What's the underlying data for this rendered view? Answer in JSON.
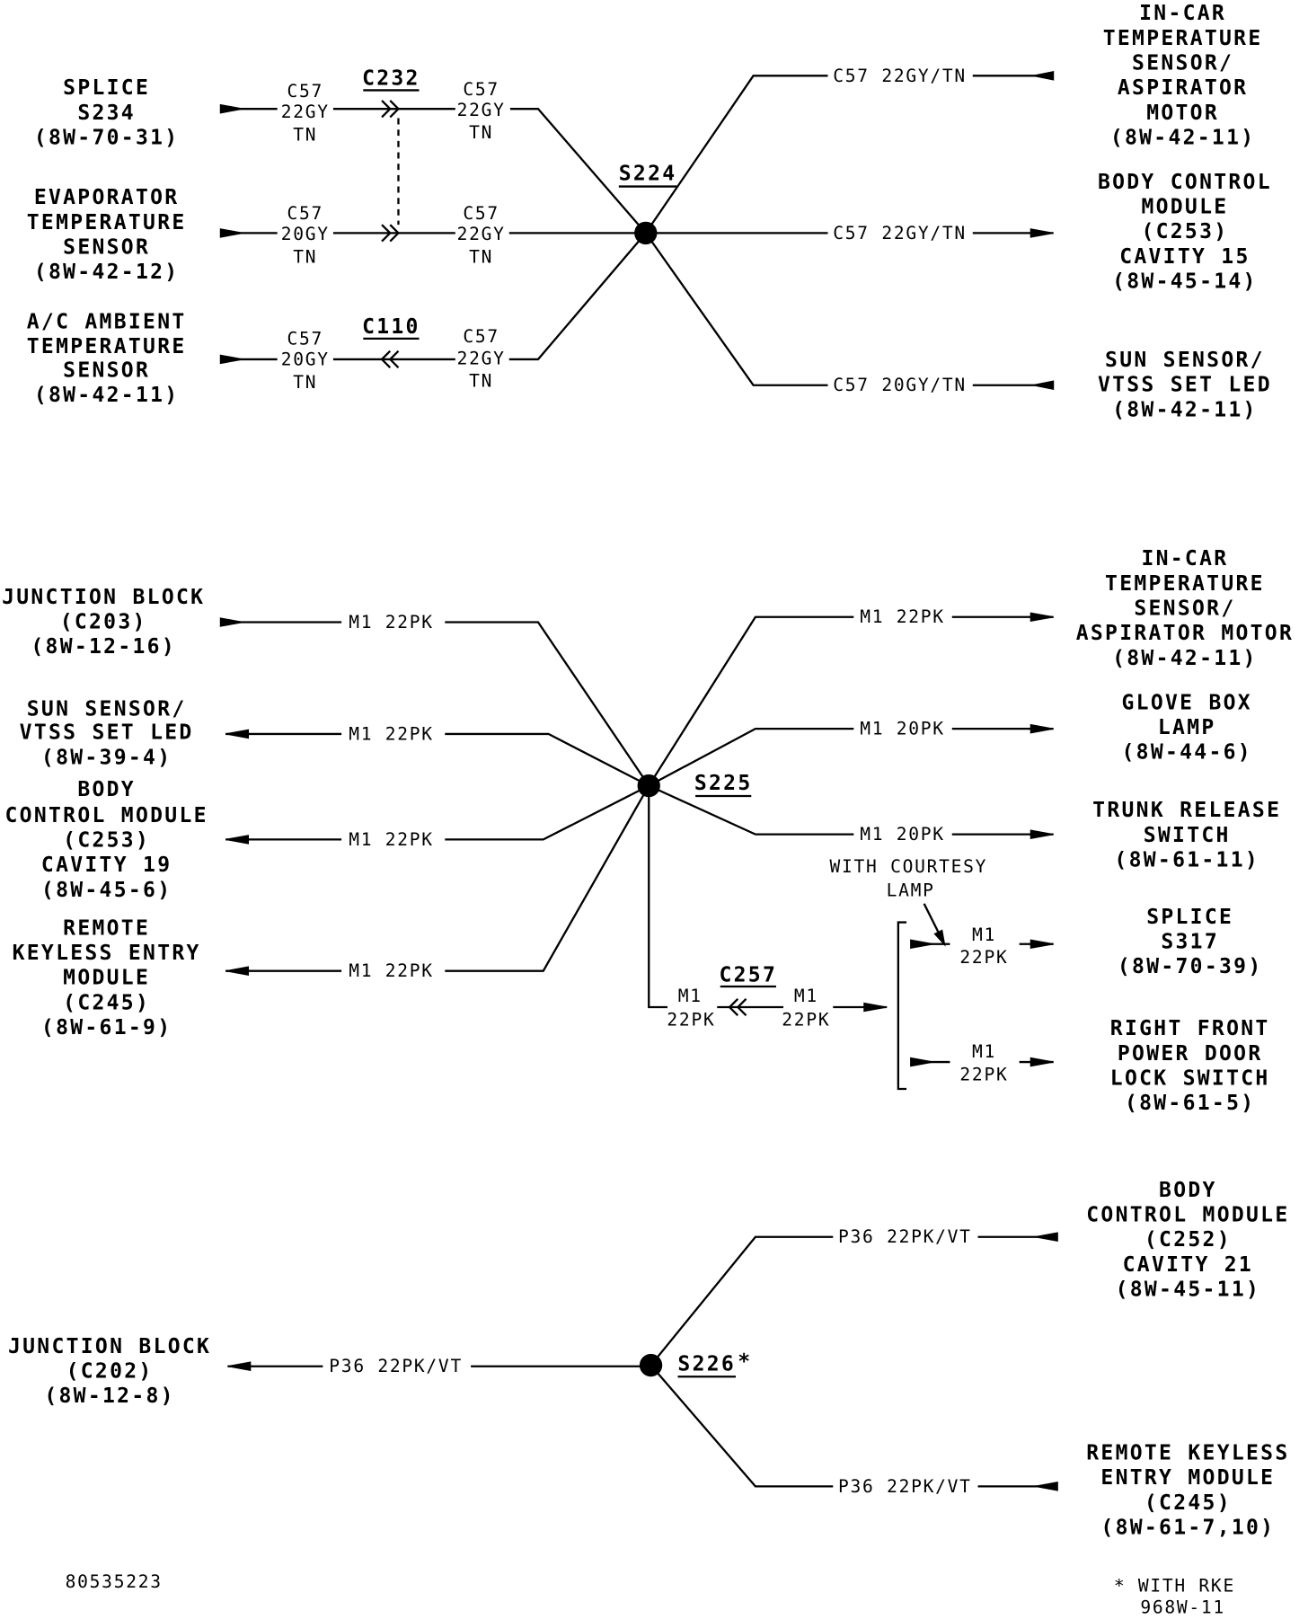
{
  "s224": {
    "label": "S224",
    "left": [
      {
        "component": [
          "SPLICE",
          "S234",
          "(8W-70-31)"
        ],
        "wire_outer": [
          "C57",
          "22GY",
          "TN"
        ],
        "connector": "C232",
        "wire_inner": [
          "C57",
          "22GY",
          "TN"
        ]
      },
      {
        "component": [
          "EVAPORATOR",
          "TEMPERATURE",
          "SENSOR",
          "(8W-42-12)"
        ],
        "wire_outer": [
          "C57",
          "20GY",
          "TN"
        ],
        "wire_inner": [
          "C57",
          "22GY",
          "TN"
        ]
      },
      {
        "component": [
          "A/C AMBIENT",
          "TEMPERATURE",
          "SENSOR",
          "(8W-42-11)"
        ],
        "wire_outer": [
          "C57",
          "20GY",
          "TN"
        ],
        "connector": "C110",
        "wire_inner": [
          "C57",
          "22GY",
          "TN"
        ]
      }
    ],
    "right": [
      {
        "wire": "C57 22GY/TN",
        "component": [
          "IN-CAR",
          "TEMPERATURE",
          "SENSOR/",
          "ASPIRATOR",
          "MOTOR",
          "(8W-42-11)"
        ]
      },
      {
        "wire": "C57 22GY/TN",
        "component": [
          "BODY CONTROL",
          "MODULE",
          "(C253)",
          "CAVITY 15",
          "(8W-45-14)"
        ]
      },
      {
        "wire": "C57 20GY/TN",
        "component": [
          "SUN SENSOR/",
          "VTSS SET LED",
          "(8W-42-11)"
        ]
      }
    ]
  },
  "s225": {
    "label": "S225",
    "left": [
      {
        "wire": "M1 22PK",
        "component": [
          "JUNCTION BLOCK",
          "(C203)",
          "(8W-12-16)"
        ]
      },
      {
        "wire": "M1 22PK",
        "component": [
          "SUN SENSOR/",
          "VTSS SET LED",
          "(8W-39-4)"
        ]
      },
      {
        "wire": "M1 22PK",
        "component": [
          "BODY",
          "CONTROL MODULE",
          "(C253)",
          "CAVITY 19",
          "(8W-45-6)"
        ]
      },
      {
        "wire": "M1 22PK",
        "component": [
          "REMOTE",
          "KEYLESS ENTRY",
          "MODULE",
          "(C245)",
          "(8W-61-9)"
        ]
      }
    ],
    "right": [
      {
        "wire": "M1 22PK",
        "component": [
          "IN-CAR",
          "TEMPERATURE",
          "SENSOR/",
          "ASPIRATOR MOTOR",
          "(8W-42-11)"
        ]
      },
      {
        "wire": "M1 20PK",
        "component": [
          "GLOVE BOX",
          "LAMP",
          "(8W-44-6)"
        ]
      },
      {
        "wire": "M1 20PK",
        "component": [
          "TRUNK RELEASE",
          "SWITCH",
          "(8W-61-11)"
        ]
      }
    ],
    "branch": {
      "wire_a": [
        "M1",
        "22PK"
      ],
      "connector": "C257",
      "wire_b": [
        "M1",
        "22PK"
      ],
      "note": [
        "WITH COURTESY",
        "LAMP"
      ],
      "outputs": [
        {
          "wire": [
            "M1",
            "22PK"
          ],
          "component": [
            "SPLICE",
            "S317",
            "(8W-70-39)"
          ]
        },
        {
          "wire": [
            "M1",
            "22PK"
          ],
          "component": [
            "RIGHT FRONT",
            "POWER DOOR",
            "LOCK SWITCH",
            "(8W-61-5)"
          ]
        }
      ]
    }
  },
  "s226": {
    "label": "S226",
    "marker": "*",
    "left": [
      {
        "wire": "P36 22PK/VT",
        "component": [
          "JUNCTION BLOCK",
          "(C202)",
          "(8W-12-8)"
        ]
      }
    ],
    "right": [
      {
        "wire": "P36 22PK/VT",
        "component": [
          "BODY",
          "CONTROL MODULE",
          "(C252)",
          "CAVITY 21",
          "(8W-45-11)"
        ]
      },
      {
        "wire": "P36 22PK/VT",
        "component": [
          "REMOTE KEYLESS",
          "ENTRY MODULE",
          "(C245)",
          "(8W-61-7,10)"
        ]
      }
    ]
  },
  "footer": {
    "diagram_number": "80535223",
    "footnote": "* WITH RKE",
    "figure_number": "968W-11"
  }
}
